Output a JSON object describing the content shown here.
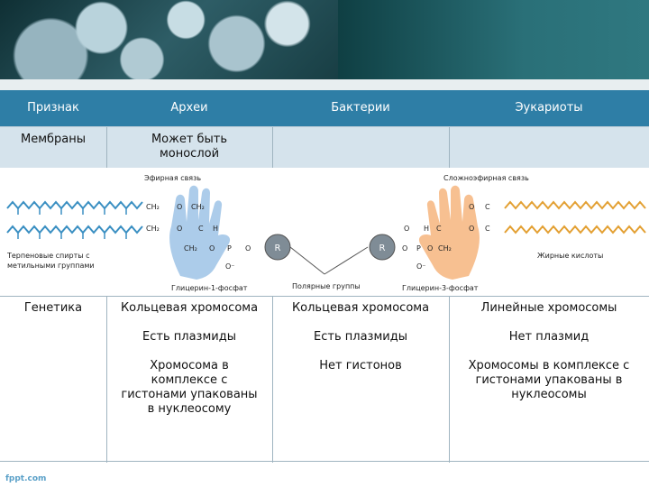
{
  "header": {
    "col1": "Признак",
    "col2": "Археи",
    "col3": "Бактерии",
    "col4": "Эукариоты"
  },
  "row_membranes": {
    "label": "Мембраны",
    "archaea": [
      "Может быть",
      "монослой"
    ]
  },
  "figure": {
    "ether_bond": "Эфирная связь",
    "ester_bond": "Сложноэфирная связь",
    "terpene": [
      "Терпеновые спирты с",
      "метильными группами"
    ],
    "fatty_acids": "Жирные кислоты",
    "g1p": "Глицерин-1-фосфат",
    "g3p": "Глицерин-3-фосфат",
    "polar": "Полярные группы",
    "r": "R",
    "ch2": "CH₂",
    "ch": "CH",
    "o": "O",
    "p": "P",
    "h": "H",
    "c": "C",
    "om": "O⁻"
  },
  "row_genetics": {
    "label": "Генетика",
    "archaea": [
      "Кольцевая хромосома",
      "Есть плазмиды",
      "Хромосома в",
      "комплексе с",
      "гистонами упакованы",
      "в нуклеосому"
    ],
    "bacteria": [
      "Кольцевая хромосома",
      "Есть плазмиды",
      "Нет гистонов"
    ],
    "eukaryotes": [
      "Линейные хромосомы",
      "Нет плазмид",
      "Хромосомы в комплексе с",
      "гистонами упакованы в",
      "нуклеосомы"
    ]
  },
  "footer": "fppt.com"
}
